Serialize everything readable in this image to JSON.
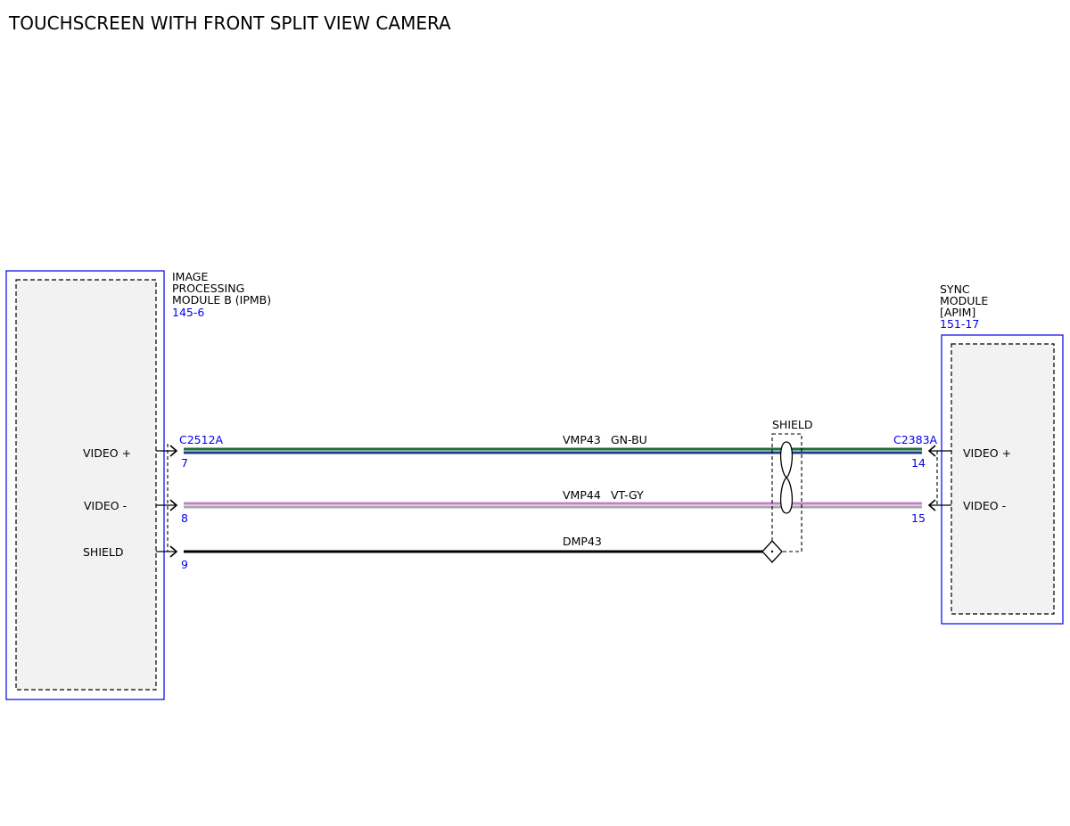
{
  "title": "TOUCHSCREEN WITH FRONT SPLIT VIEW CAMERA",
  "left_module": {
    "name_lines": [
      "IMAGE",
      "PROCESSING",
      "MODULE B (IPMB)"
    ],
    "ref": "145-6",
    "connector": "C2512A",
    "pins": [
      {
        "label": "VIDEO +",
        "number": "7"
      },
      {
        "label": "VIDEO -",
        "number": "8"
      },
      {
        "label": "SHIELD",
        "number": "9"
      }
    ]
  },
  "right_module": {
    "name_lines": [
      "SYNC",
      "MODULE",
      "[APIM]"
    ],
    "ref": "151-17",
    "connector": "C2383A",
    "pins": [
      {
        "label": "VIDEO +",
        "number": "14"
      },
      {
        "label": "VIDEO -",
        "number": "15"
      }
    ]
  },
  "wires": [
    {
      "circuit": "VMP43",
      "color_code": "GN-BU",
      "colors": [
        "#1e6b3e",
        "#1f3f8a"
      ]
    },
    {
      "circuit": "VMP44",
      "color_code": "VT-GY",
      "colors": [
        "#c080c8",
        "#a8a8a8"
      ]
    },
    {
      "circuit": "DMP43",
      "color_code": "",
      "colors": [
        "#000000"
      ]
    }
  ],
  "shield_label": "SHIELD"
}
